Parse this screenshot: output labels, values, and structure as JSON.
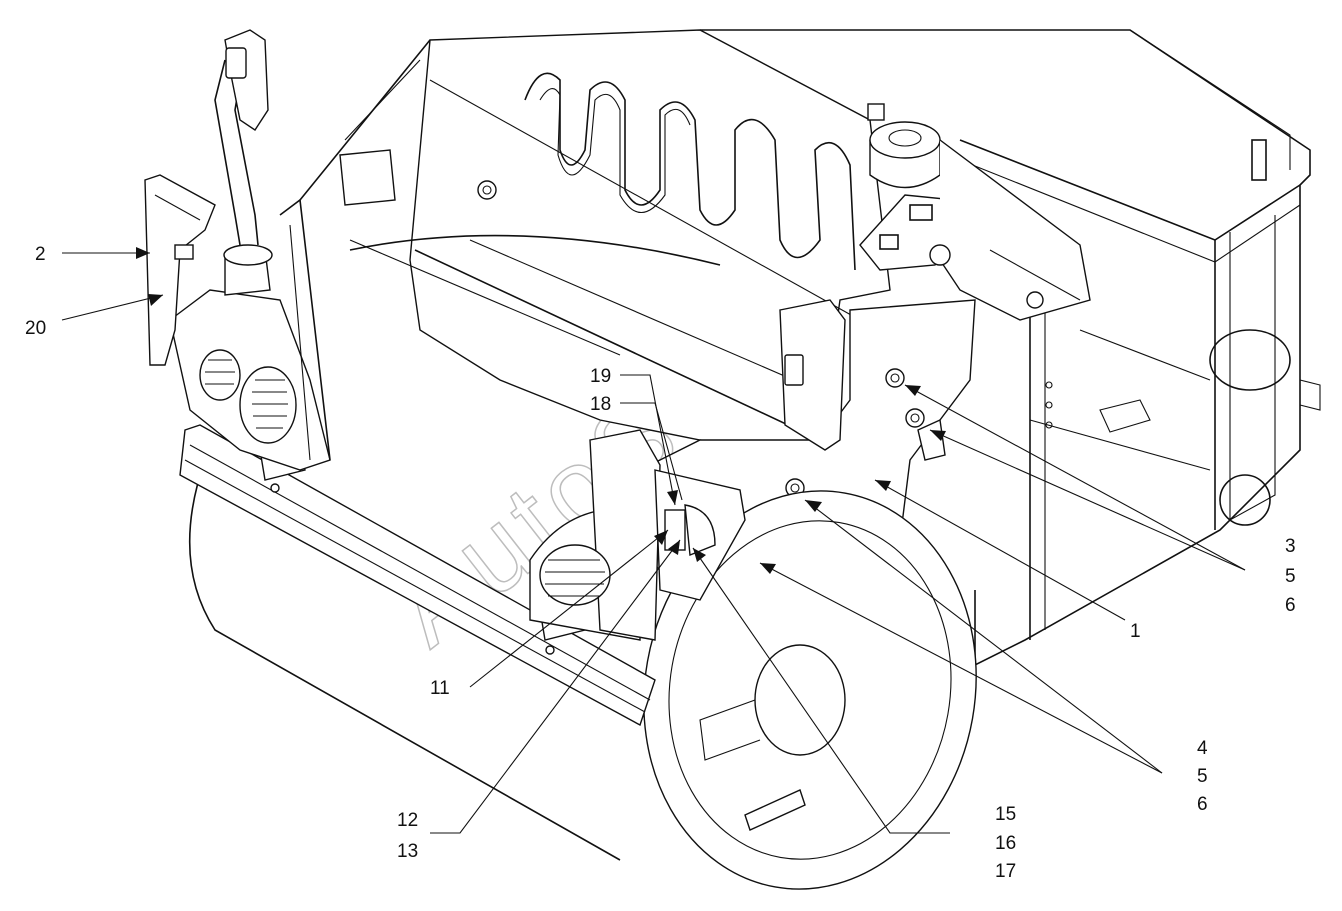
{
  "diagram": {
    "watermark": "AutoSOK",
    "callouts": {
      "c1": "1",
      "c2": "2",
      "c3": "3",
      "c5a": "5",
      "c6a": "6",
      "c4": "4",
      "c5b": "5",
      "c6b": "6",
      "c11": "11",
      "c12": "12",
      "c13": "13",
      "c15": "15",
      "c16": "16",
      "c17": "17",
      "c18": "18",
      "c19": "19",
      "c20": "20"
    }
  }
}
